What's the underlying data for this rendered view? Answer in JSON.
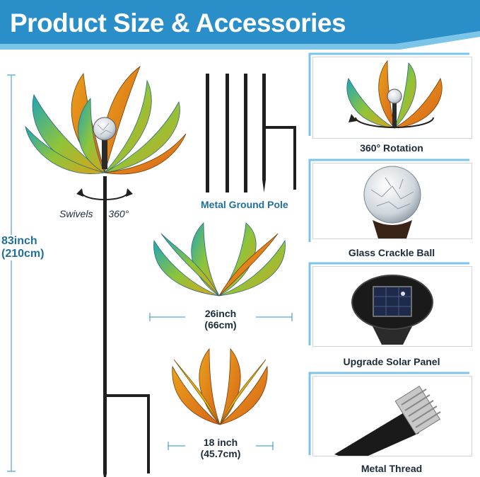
{
  "title": "Product Size & Accessories",
  "height_label": {
    "inch": "83inch",
    "cm": "(210cm)"
  },
  "swivel_label": {
    "word": "Swivels",
    "degrees": "360°"
  },
  "pole_label": "Metal Ground Pole",
  "large_spinner": {
    "inch": "26inch",
    "cm": "(66cm)"
  },
  "small_spinner": {
    "inch": "18 inch",
    "cm": "(45.7cm)"
  },
  "accessories": [
    {
      "label": "360° Rotation"
    },
    {
      "label": "Glass Crackle Ball"
    },
    {
      "label": "Upgrade Solar Panel"
    },
    {
      "label": "Metal Thread"
    }
  ],
  "colors": {
    "banner": "#2a8fc9",
    "accent_text": "#1f6f9c",
    "teal": "#1fa6b8",
    "gold": "#d9a21b",
    "orange": "#d8641a"
  }
}
